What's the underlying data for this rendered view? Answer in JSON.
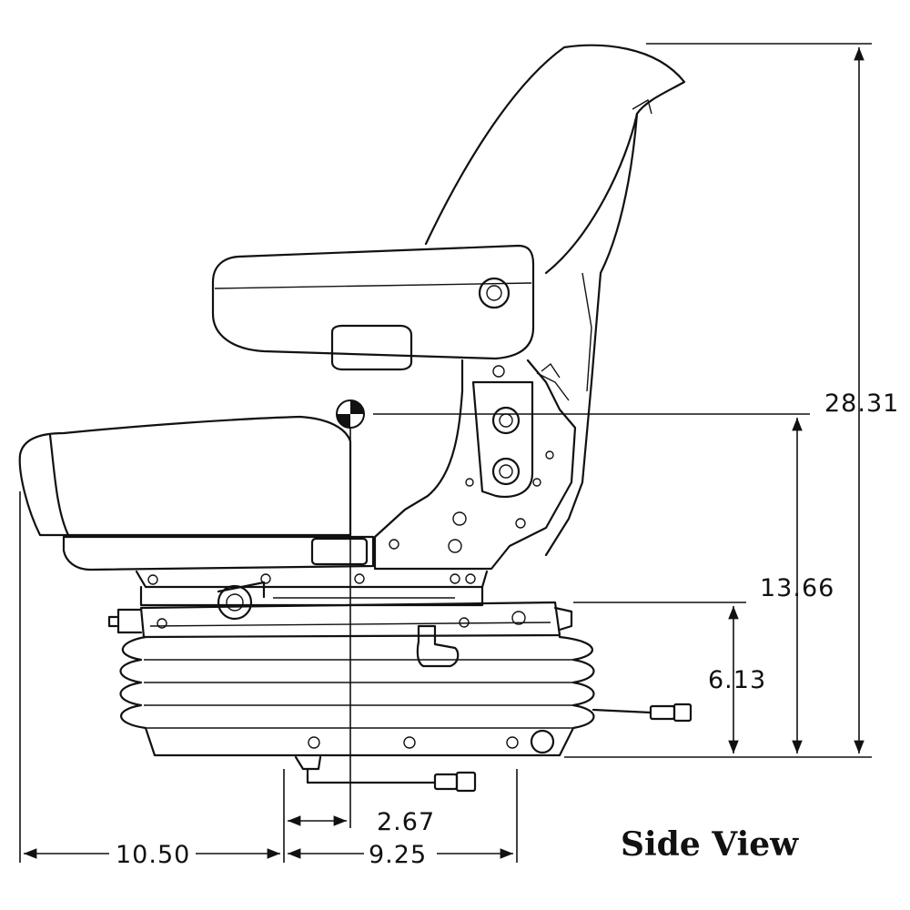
{
  "title": "Side View",
  "dimensions": {
    "overall_height": "28.31",
    "reference_height": "13.66",
    "suspension_height": "6.13",
    "reference_offset": "2.67",
    "front_depth": "10.50",
    "base_depth": "9.25"
  }
}
